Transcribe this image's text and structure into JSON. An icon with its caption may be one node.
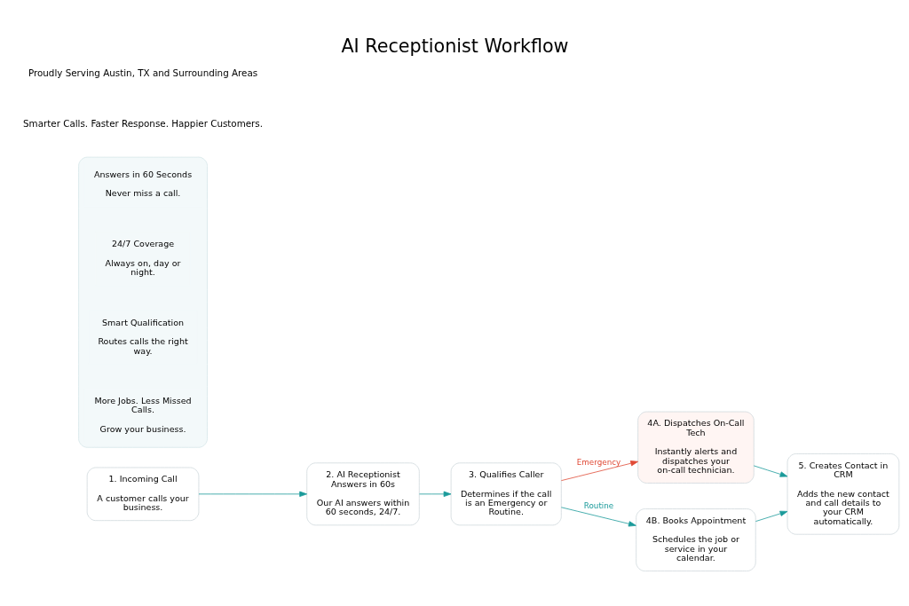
{
  "diagram": {
    "title": "AI Receptionist Workflow",
    "nodes": [
      {
        "text": [
          "1. Incoming Call",
          "A customer calls your business."
        ]
      },
      {
        "text": [
          "2. AI Receptionist Answers in 60s",
          "Our AI answers within 60 seconds, 24/7."
        ]
      },
      {
        "text": [
          "3. Qualifies Caller",
          "Determines if the call is an Emergency or Routine."
        ]
      },
      {
        "text": [
          "4A. Dispatches On-Call Tech",
          "Instantly alerts and dispatches your on-call technician."
        ]
      },
      {
        "text": [
          "4B. Books Appointment",
          "Schedules the job or service in your calendar."
        ]
      },
      {
        "text": [
          "5. Creates Contact in CRM",
          "Adds the new contact and call details to your CRM automatically."
        ]
      },
      {
        "text": [],
        "shape": "box"
      },
      {
        "text": [
          "Answers in 60 Seconds",
          "Never miss a call."
        ],
        "in": 6
      },
      {
        "text": [
          "24/7 Coverage",
          "Always on, day or night."
        ],
        "in": 6
      },
      {
        "text": [
          "Smart Qualification",
          "Routes calls the right way."
        ],
        "in": 6
      },
      {
        "text": [
          "More Jobs. Less Missed Calls.",
          "Grow your business."
        ],
        "in": 6
      }
    ],
    "edges": [
      {
        "from": 0,
        "to": 1,
        "arrow": "to"
      },
      {
        "from": 1,
        "to": 2,
        "arrow": "to"
      },
      {
        "from": 2,
        "to": 3,
        "arrow": "to",
        "label": "Emergency",
        "color": "#e04a36"
      },
      {
        "from": 2,
        "to": 4,
        "arrow": "to",
        "label": "Routine"
      },
      {
        "from": 3,
        "to": 5,
        "arrow": "to"
      },
      {
        "from": 4,
        "to": 5,
        "arrow": "to"
      }
    ],
    "labels": [
      "Smarter Calls. Faster Response. Happier Customers.",
      "Proudly Serving Austin, TX and Surrounding Areas"
    ]
  }
}
